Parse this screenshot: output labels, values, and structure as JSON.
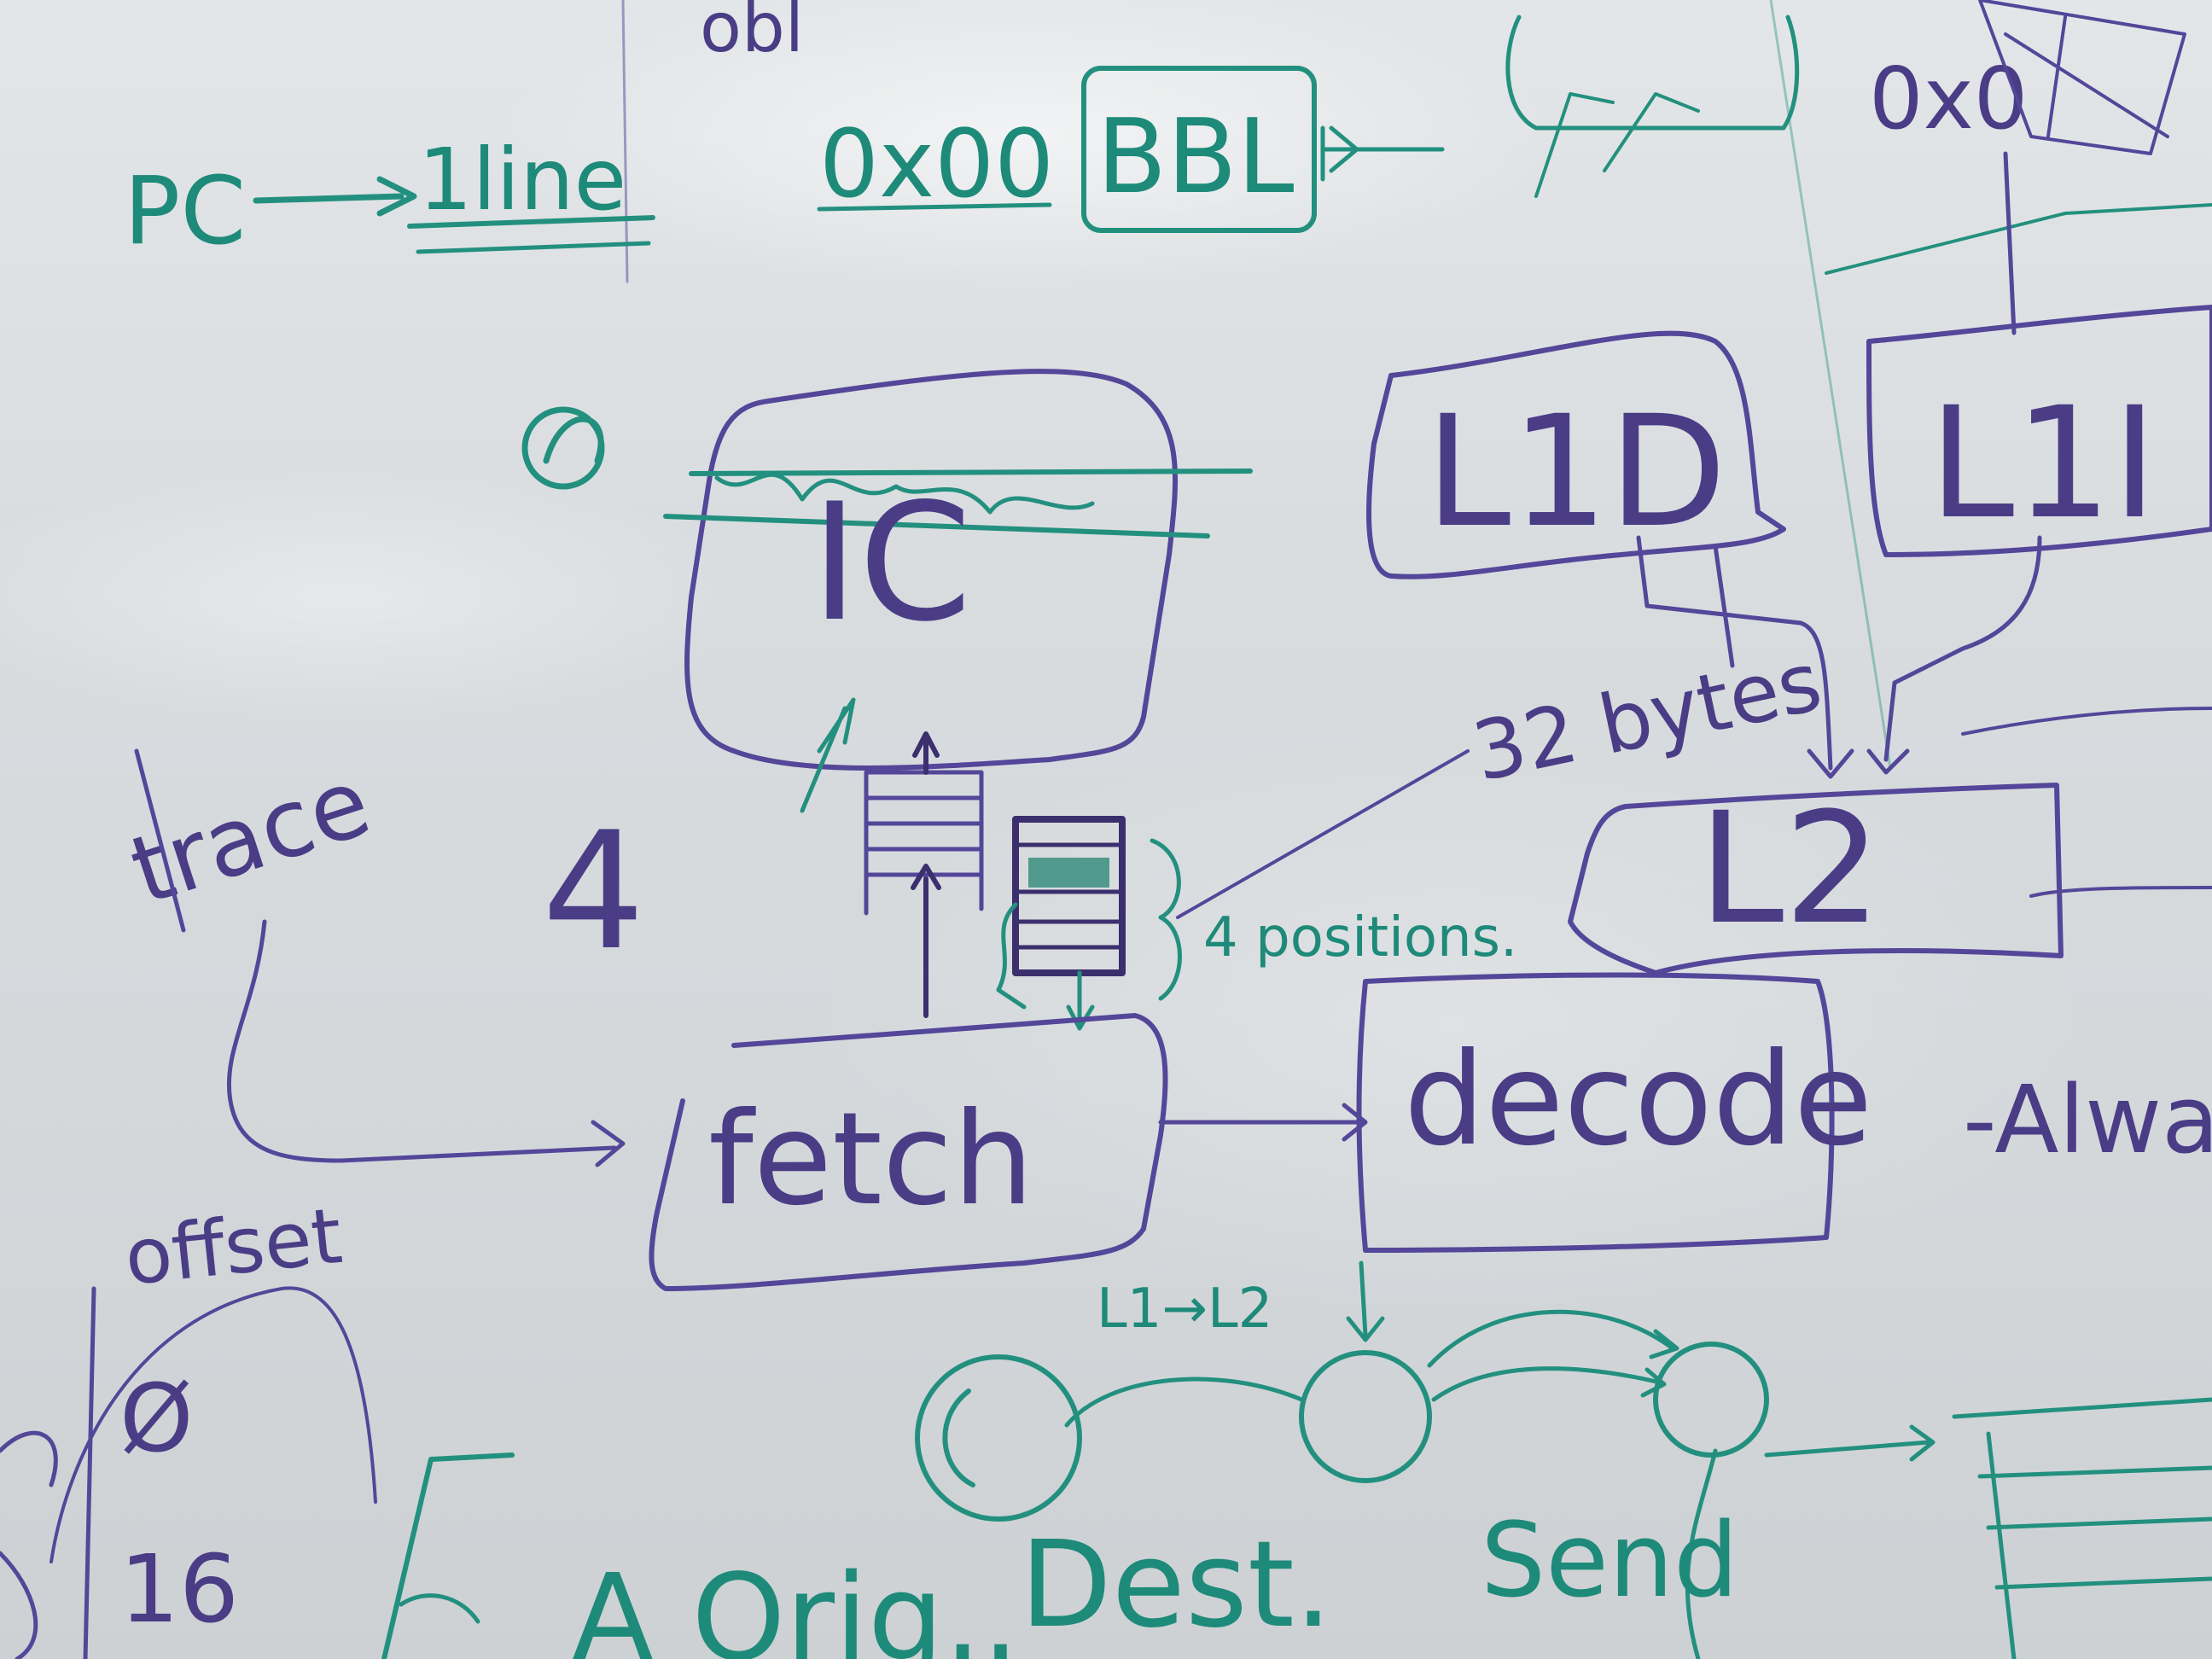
{
  "board": {
    "top_left": {
      "pc": "PC",
      "one_line": "1line",
      "addr": "0x00",
      "bbl": "BBL",
      "obl": "obl"
    },
    "top_right": {
      "addr": "0x0"
    },
    "boxes": {
      "ic": "IC",
      "l1d": "L1D",
      "l1i": "L1I",
      "l2": "L2",
      "fetch": "fetch",
      "decode": "decode"
    },
    "labels": {
      "trace": "trace",
      "four": "4",
      "bytes": "32 bytes",
      "positions": "4 positions.",
      "offset": "offset",
      "zero": "Ø",
      "sixteen": "16",
      "l1_to_l2": "L1→L2",
      "always": "-Alway",
      "dest": "Dest.",
      "send": "Send",
      "orig": "A Orig.."
    }
  }
}
